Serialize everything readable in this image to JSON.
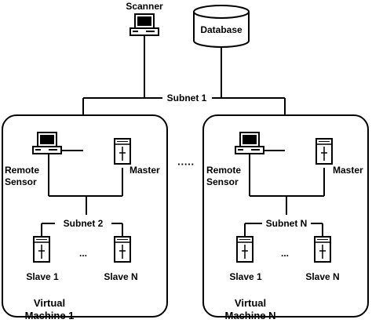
{
  "top": {
    "scanner_label": "Scanner",
    "database_label": "Database",
    "subnet_label": "Subnet 1",
    "between_vms_ellipsis": "·····"
  },
  "vm1": {
    "remote_sensor_line1": "Remote",
    "remote_sensor_line2": "Sensor",
    "master_label": "Master",
    "subnet_label": "Subnet 2",
    "slave_first_label": "Slave 1",
    "slave_last_label": "Slave N",
    "slave_ellipsis": "...",
    "title_line1": "Virtual",
    "title_line2": "Machine 1"
  },
  "vmN": {
    "remote_sensor_line1": "Remote",
    "remote_sensor_line2": "Sensor",
    "master_label": "Master",
    "subnet_label": "Subnet N",
    "slave_first_label": "Slave 1",
    "slave_last_label": "Slave N",
    "slave_ellipsis": "...",
    "title_line1": "Virtual",
    "title_line2": "Machine N"
  }
}
